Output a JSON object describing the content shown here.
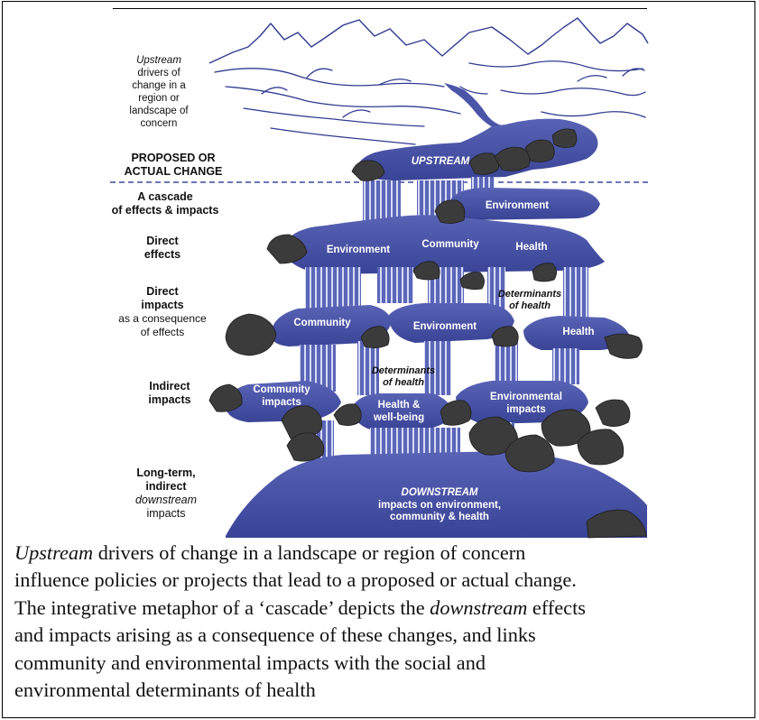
{
  "left_labels": {
    "upstream_drivers": [
      "Upstream",
      "drivers of",
      "change in a",
      "region or",
      "landscape of",
      "concern"
    ],
    "proposed_change": [
      "PROPOSED OR",
      "ACTUAL CHANGE"
    ],
    "cascade": [
      "A cascade",
      "of effects & impacts"
    ],
    "direct_effects": [
      "Direct",
      "effects"
    ],
    "direct_impacts": [
      "Direct",
      "impacts",
      "as a consequence",
      "of effects"
    ],
    "indirect_impacts": [
      "Indirect",
      "impacts"
    ],
    "long_term": [
      "Long-term,",
      "indirect",
      "downstream",
      "impacts"
    ]
  },
  "cascade_labels": {
    "upstream": "UPSTREAM",
    "tier1_environment": "Environment",
    "tier2_environment": "Environment",
    "tier2_community": "Community",
    "tier2_health": "Health",
    "tier3_determinants": [
      "Determinants",
      "of health"
    ],
    "tier3_community": "Community",
    "tier3_environment": "Environment",
    "tier3_health": "Health",
    "tier4_determinants": [
      "Determinants",
      "of health"
    ],
    "tier4_community_impacts": [
      "Community",
      "impacts"
    ],
    "tier4_health_wellbeing": [
      "Health &",
      "well-being"
    ],
    "tier4_environmental_impacts": [
      "Environmental",
      "impacts"
    ],
    "downstream": [
      "DOWNSTREAM",
      "impacts on environment,",
      "community & health"
    ]
  },
  "caption": {
    "line1_em": "Upstream",
    "line1_rest": " drivers of change in a landscape or region of concern",
    "line2": "influence policies or projects that lead to a proposed or actual change.",
    "line3_pre": "The integrative metaphor of a ‘cascade’ depicts the ",
    "line3_em": "downstream",
    "line3_post": " effects",
    "line4": "and impacts arising as a consequence of these changes, and links",
    "line5": "community and environmental impacts with the social and",
    "line6": "environmental determinants of health"
  },
  "colors": {
    "water": "#4a55a8",
    "water_dark": "#2e3680",
    "water_light": "#a9b2e4",
    "rock": "#3a3a3a",
    "outline": "#2f3b91"
  }
}
